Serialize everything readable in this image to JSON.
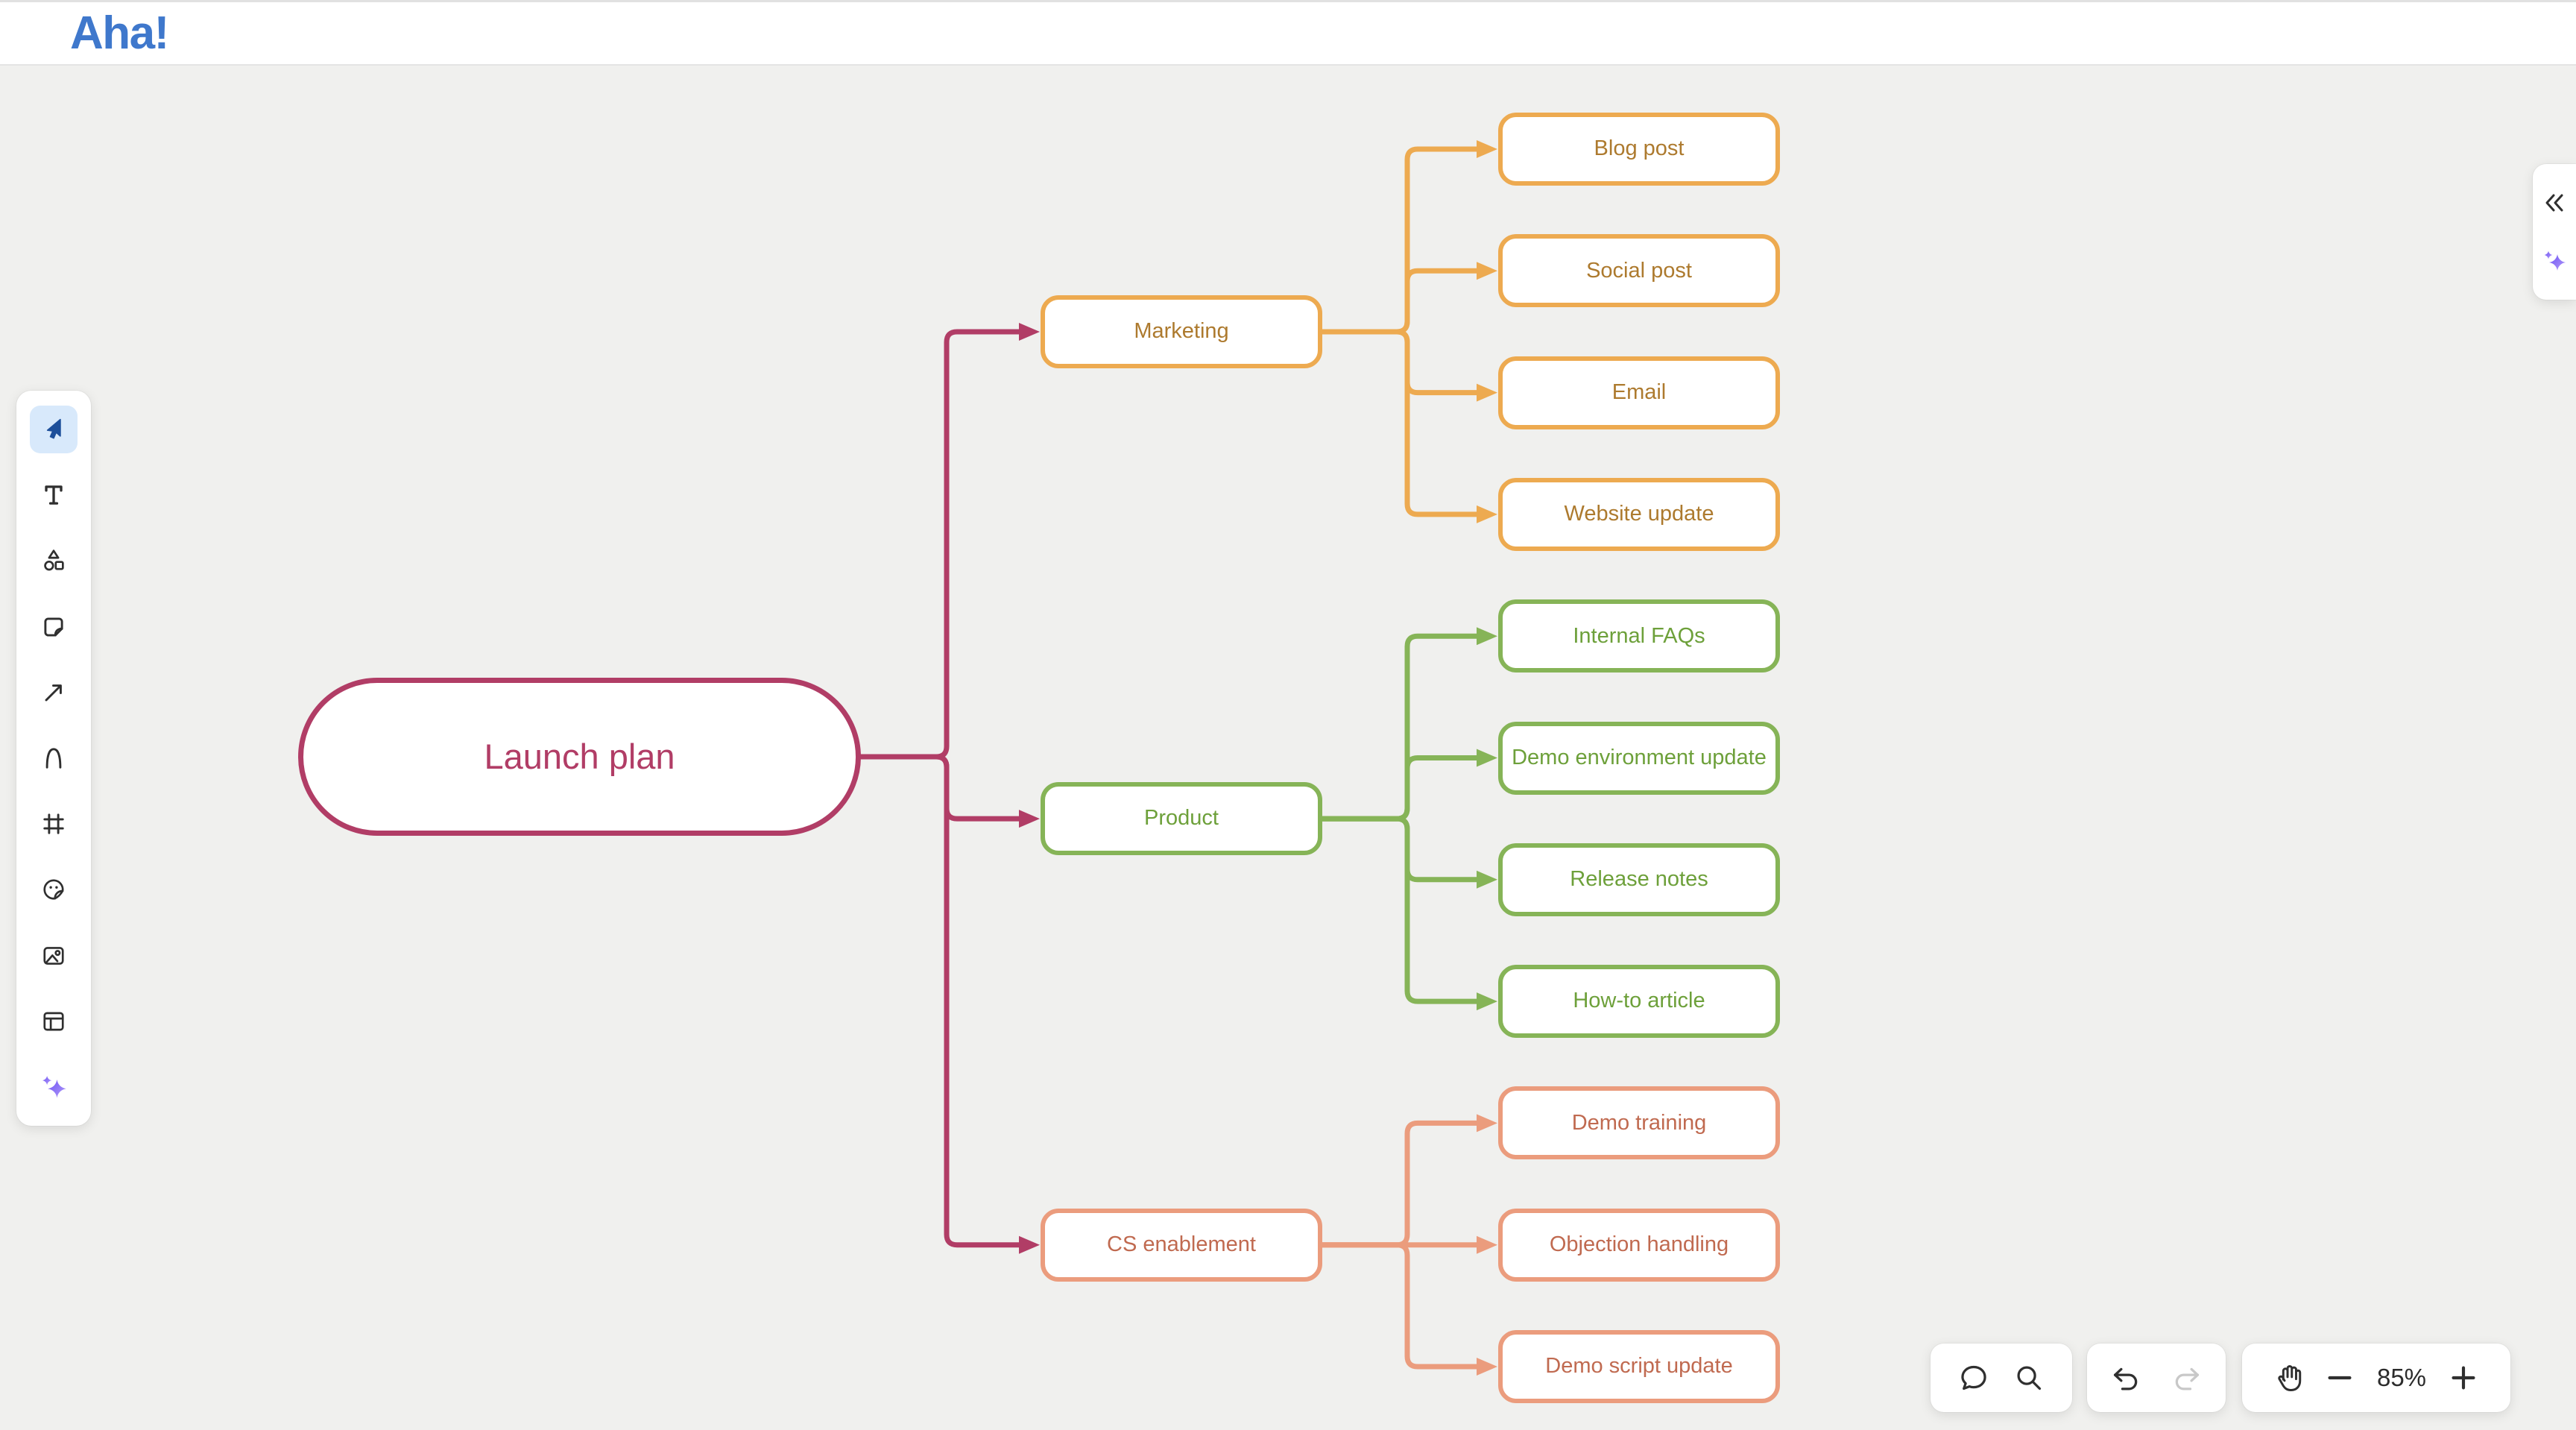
{
  "header": {
    "logo_text": "Aha!",
    "logo_color": "#3f78cc",
    "collapse_icon": "collapse-diagonal-icon"
  },
  "left_toolbar": {
    "active_tool": "select",
    "tools": [
      {
        "id": "select",
        "icon": "cursor-icon"
      },
      {
        "id": "text",
        "icon": "text-icon"
      },
      {
        "id": "shapes",
        "icon": "shapes-icon"
      },
      {
        "id": "sticky-note",
        "icon": "sticky-note-icon"
      },
      {
        "id": "connector",
        "icon": "arrow-icon"
      },
      {
        "id": "pen",
        "icon": "pen-icon"
      },
      {
        "id": "frame",
        "icon": "frame-icon"
      },
      {
        "id": "sticker",
        "icon": "sticker-icon"
      },
      {
        "id": "image",
        "icon": "image-icon"
      },
      {
        "id": "layout",
        "icon": "layout-icon"
      },
      {
        "id": "ai",
        "icon": "ai-sparkle-icon"
      }
    ]
  },
  "right_panel": {
    "icons": [
      "chevrons-left-icon",
      "ai-sparkle-icon"
    ]
  },
  "bottom_toolbar": {
    "comment_search_icons": [
      "comment-icon",
      "search-icon"
    ],
    "undo_icon": "undo-icon",
    "redo_icon": "redo-icon",
    "redo_disabled": true,
    "pan_icon": "hand-icon",
    "zoom_out_icon": "minus-icon",
    "zoom_level": "85%",
    "zoom_in_icon": "plus-icon"
  },
  "colors": {
    "canvas_bg": "#f0f0ee",
    "selected_tool_bg": "#d8e9fb",
    "cursor_blue": "#1d4f9a",
    "root_crimson": "#b13d66",
    "marketing_line": "#edaa50",
    "marketing_text": "#ad7a2e",
    "product_line": "#86b457",
    "product_text": "#6da03a",
    "cs_line": "#eb9c7d",
    "cs_text": "#c06a50",
    "disabled_icon": "#c8c8c8"
  },
  "mindmap": {
    "root": {
      "label": "Launch plan",
      "line": "#b13d66",
      "text": "#b13d66"
    },
    "branches": [
      {
        "label": "Marketing",
        "line": "#edaa50",
        "text": "#ad7a2e",
        "children": [
          "Blog post",
          "Social post",
          "Email",
          "Website update"
        ]
      },
      {
        "label": "Product",
        "line": "#86b457",
        "text": "#6da03a",
        "children": [
          "Internal FAQs",
          "Demo environment update",
          "Release notes",
          "How-to article"
        ]
      },
      {
        "label": "CS enablement",
        "line": "#eb9c7d",
        "text": "#c06a50",
        "children": [
          "Demo training",
          "Objection handling",
          "Demo script update"
        ]
      }
    ]
  }
}
